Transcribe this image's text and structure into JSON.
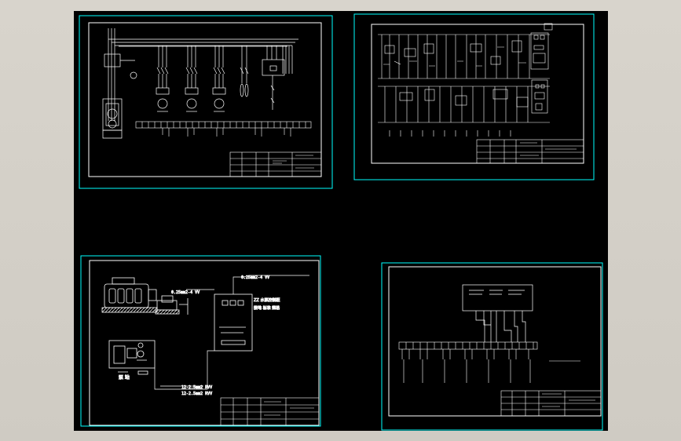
{
  "viewer": {
    "background": "#d4d0c8",
    "model_space_color": "#000000",
    "sheet_border_color": "#00ffff",
    "drawing_color": "#ffffff"
  },
  "sheets": [
    {
      "name": "sheet-main-circuit",
      "icon": "electrical-schematic-icon"
    },
    {
      "name": "sheet-control-circuit",
      "icon": "control-schematic-icon"
    },
    {
      "name": "sheet-equipment-layout",
      "icon": "layout-drawing-icon"
    },
    {
      "name": "sheet-terminal-wiring",
      "icon": "terminal-block-icon"
    }
  ]
}
